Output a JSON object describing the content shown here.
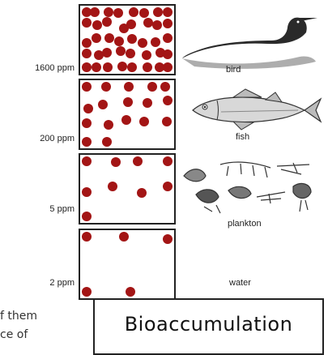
{
  "levels": [
    {
      "concentration": "1600 ppm",
      "organism": "bird",
      "dot_count": 40
    },
    {
      "concentration": "200 ppm",
      "organism": "fish",
      "dot_count": 17
    },
    {
      "concentration": "5  ppm",
      "organism": "plankton",
      "dot_count": 9
    },
    {
      "concentration": "2 ppm",
      "organism": "water",
      "dot_count": 5
    }
  ],
  "cut_off_text": [
    "f them",
    "ce of"
  ],
  "title": "Bioaccumulation",
  "dot_color": "#a31515"
}
